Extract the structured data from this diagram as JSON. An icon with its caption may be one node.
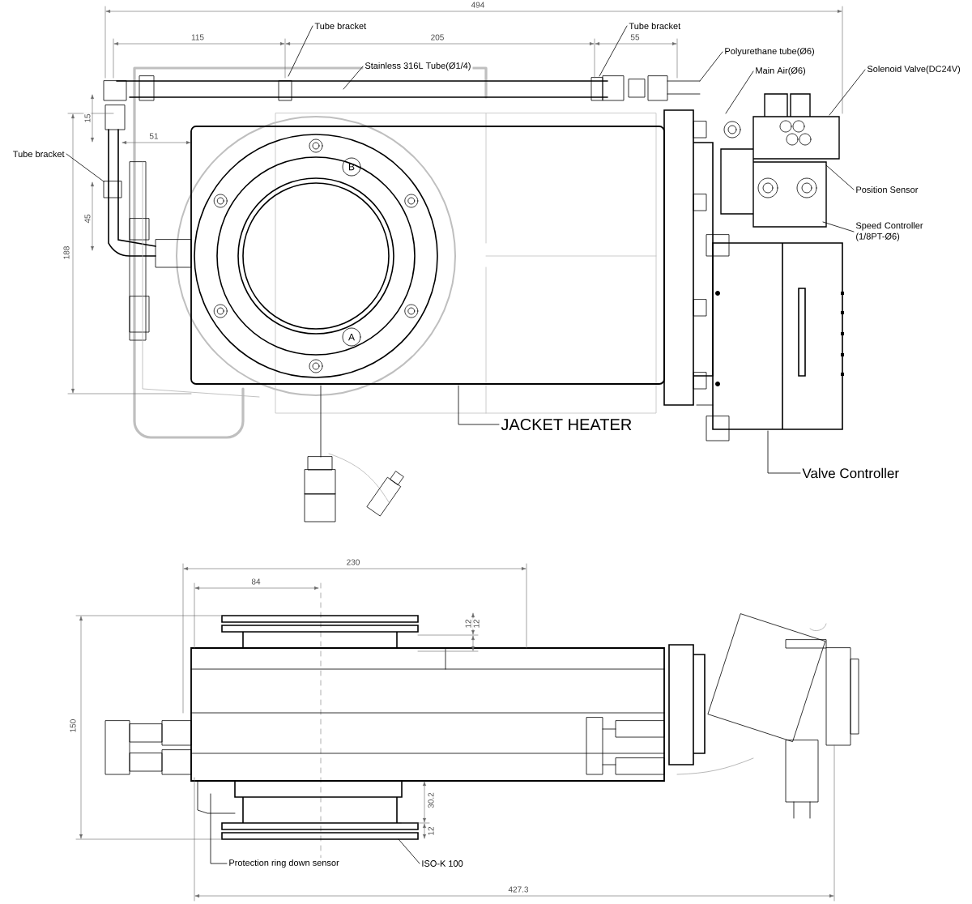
{
  "diagram": {
    "nodes": [
      {
        "text": [
          "Tube bracket"
        ]
      },
      {
        "text": [
          "Stainless 316L Tube(Ø1/4)"
        ]
      },
      {
        "text": [
          "Tube bracket"
        ]
      },
      {
        "text": [
          "Polyurethane tube(Ø6)"
        ]
      },
      {
        "text": [
          "Main Air(Ø6)"
        ]
      },
      {
        "text": [
          "Solenoid Valve(DC24V)"
        ]
      },
      {
        "text": [
          "Tube bracket"
        ]
      },
      {
        "text": [
          "Position Sensor"
        ]
      },
      {
        "text": [
          "Speed Controller (1/8PT-Ø6)"
        ]
      },
      {
        "text": [
          "JACKET HEATER"
        ]
      },
      {
        "text": [
          "Valve Controller"
        ]
      },
      {
        "text": [
          "Protection ring down sensor"
        ]
      },
      {
        "text": [
          "ISO-K 100"
        ]
      }
    ],
    "edges": [
      {
        "from": 0,
        "to": null,
        "arrow": "none"
      },
      {
        "from": 1,
        "to": null,
        "arrow": "none"
      },
      {
        "from": 2,
        "to": null,
        "arrow": "none"
      },
      {
        "from": 3,
        "to": null,
        "arrow": "none"
      },
      {
        "from": 4,
        "to": null,
        "arrow": "none"
      },
      {
        "from": 5,
        "to": null,
        "arrow": "none"
      },
      {
        "from": 6,
        "to": null,
        "arrow": "none"
      },
      {
        "from": 7,
        "to": null,
        "arrow": "none"
      },
      {
        "from": 8,
        "to": null,
        "arrow": "none"
      },
      {
        "from": 9,
        "to": null,
        "arrow": "none"
      },
      {
        "from": 10,
        "to": null,
        "arrow": "none"
      },
      {
        "from": 11,
        "to": null,
        "arrow": "none"
      },
      {
        "from": 12,
        "to": null,
        "arrow": "none"
      }
    ],
    "labels": [
      "494",
      "115",
      "205",
      "55",
      "15",
      "51",
      "45",
      "188",
      "B",
      "A",
      "230",
      "84",
      "12",
      "12",
      "150",
      "30.2",
      "12",
      "427.3"
    ]
  }
}
